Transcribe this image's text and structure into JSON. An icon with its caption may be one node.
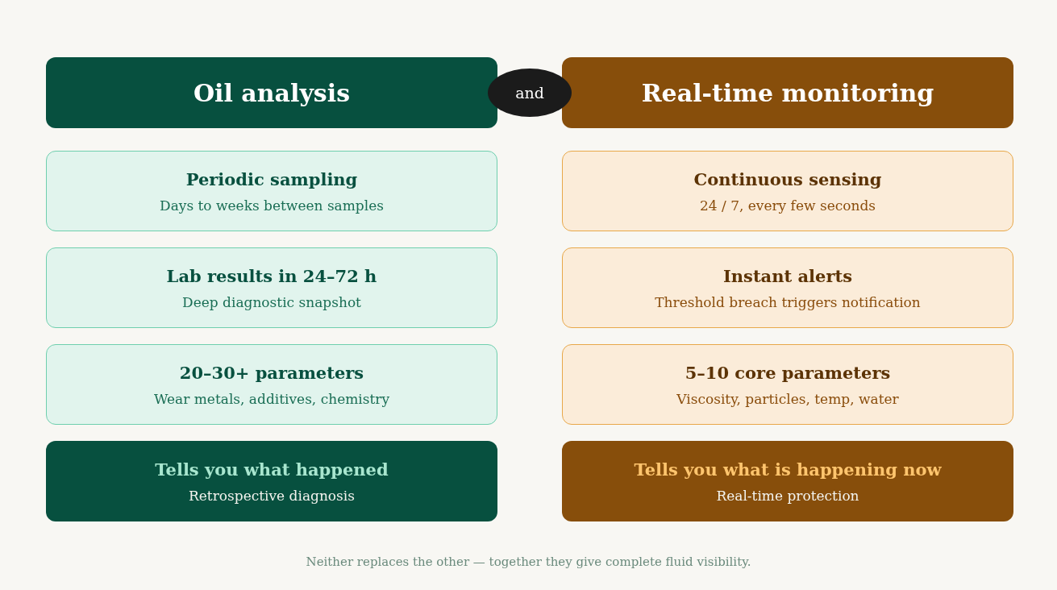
{
  "diagram": {
    "nodes": [
      {
        "text": [
          "Oil analysis"
        ]
      },
      {
        "text": [
          "and"
        ]
      },
      {
        "text": [
          "Real-time monitoring"
        ]
      },
      {
        "text": [
          "Periodic sampling",
          "Days to weeks between samples"
        ]
      },
      {
        "text": [
          "Lab results in 24–72 h",
          "Deep diagnostic snapshot"
        ]
      },
      {
        "text": [
          "20–30+ parameters",
          "Wear metals, additives, chemistry"
        ]
      },
      {
        "text": [
          "Tells you what happened",
          "Retrospective diagnosis"
        ]
      },
      {
        "text": [
          "Continuous sensing",
          "24 / 7, every few seconds"
        ]
      },
      {
        "text": [
          "Instant alerts",
          "Threshold breach triggers notification"
        ]
      },
      {
        "text": [
          "5–10 core parameters",
          "Viscosity, particles, temp, water"
        ]
      },
      {
        "text": [
          "Tells you what is happening now",
          "Real-time protection"
        ]
      }
    ],
    "edges": [],
    "caption": "Neither replaces the other — together they give complete fluid visibility."
  }
}
